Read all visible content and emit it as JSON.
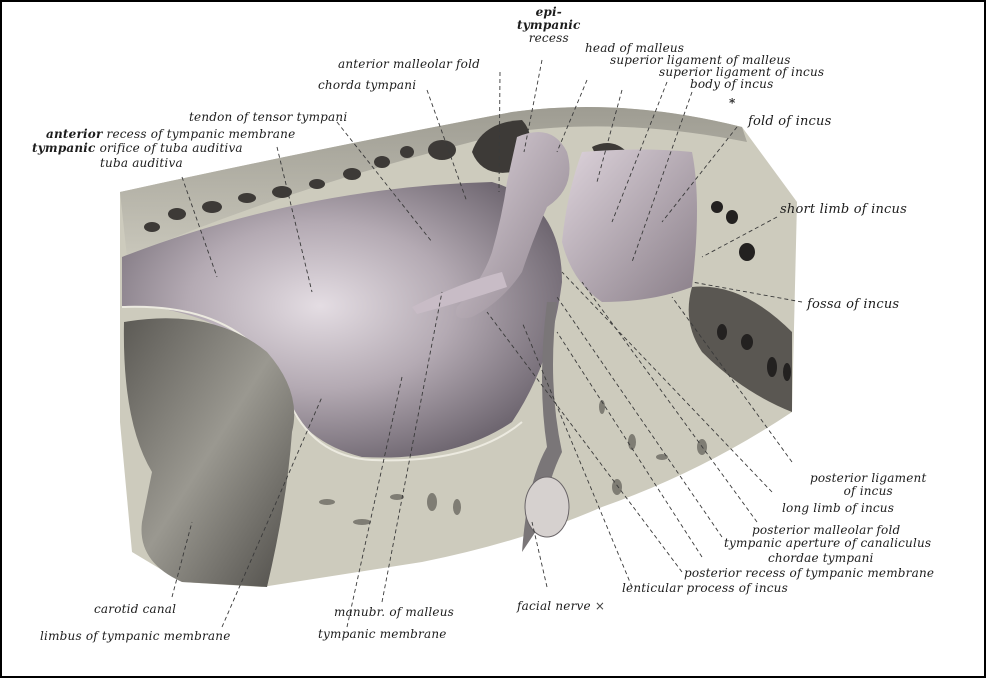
{
  "figure": {
    "subject": "Lateral wall of tympanic cavity — anatomical illustration",
    "colors": {
      "border": "#000000",
      "background": "#ffffff",
      "bone": "#cfcdbf",
      "bone_dark": "#6e6c66",
      "membrane": "#a49aa3",
      "membrane_light": "#d8d0d6",
      "ossicle": "#b9adb8",
      "cavity": "#2f2c2c",
      "leader_line": "#3a3a3a"
    }
  },
  "labels": {
    "epitympanic_recess": {
      "line1": "epi-",
      "line2": "tympanic",
      "line3": "recess"
    },
    "head_of_malleus": "head of  malleus",
    "superior_ligament_of_malleus": "superior ligament of malleus",
    "superior_ligament_of_incus": "superior ligament of incus",
    "body_of_incus": "body of incus",
    "asterisk": "*",
    "anterior_malleolar_fold": "anterior malleolar fold",
    "chorda_tympani": "chorda tympani",
    "fold_of_incus": "fold of incus",
    "tendon_of_tensor_tympani": "tendon of tensor tympani",
    "anterior_recess": {
      "bold": "anterior",
      "rest": "recess of tympanic membrane"
    },
    "tympanic_orifice": {
      "bold": "tympanic",
      "rest": "orifice of tuba auditiva"
    },
    "tuba_auditiva": "tuba auditiva",
    "short_limb_of_incus": "short limb of incus",
    "fossa_of_incus": "fossa of incus",
    "posterior_ligament_of_incus": {
      "line1": "posterior ligament",
      "line2": "of incus"
    },
    "long_limb_of_incus": "long limb of incus",
    "posterior_malleolar_fold": "posterior malleolar fold",
    "tympanic_aperture_of_canaliculus": "tympanic aperture of canaliculus",
    "chordae_tympani": "chordae tympani",
    "posterior_recess": "posterior recess of tympanic membrane",
    "lenticular_process_of_incus": "lenticular process of incus",
    "carotid_canal": "carotid canal",
    "limbus_of_tympanic_membrane": "limbus of tympanic membrane",
    "manubr_of_malleus": "manubr. of malleus",
    "tympanic_membrane": "tympanic membrane",
    "facial_nerve": "facial nerve",
    "facial_nerve_marker": "×"
  }
}
